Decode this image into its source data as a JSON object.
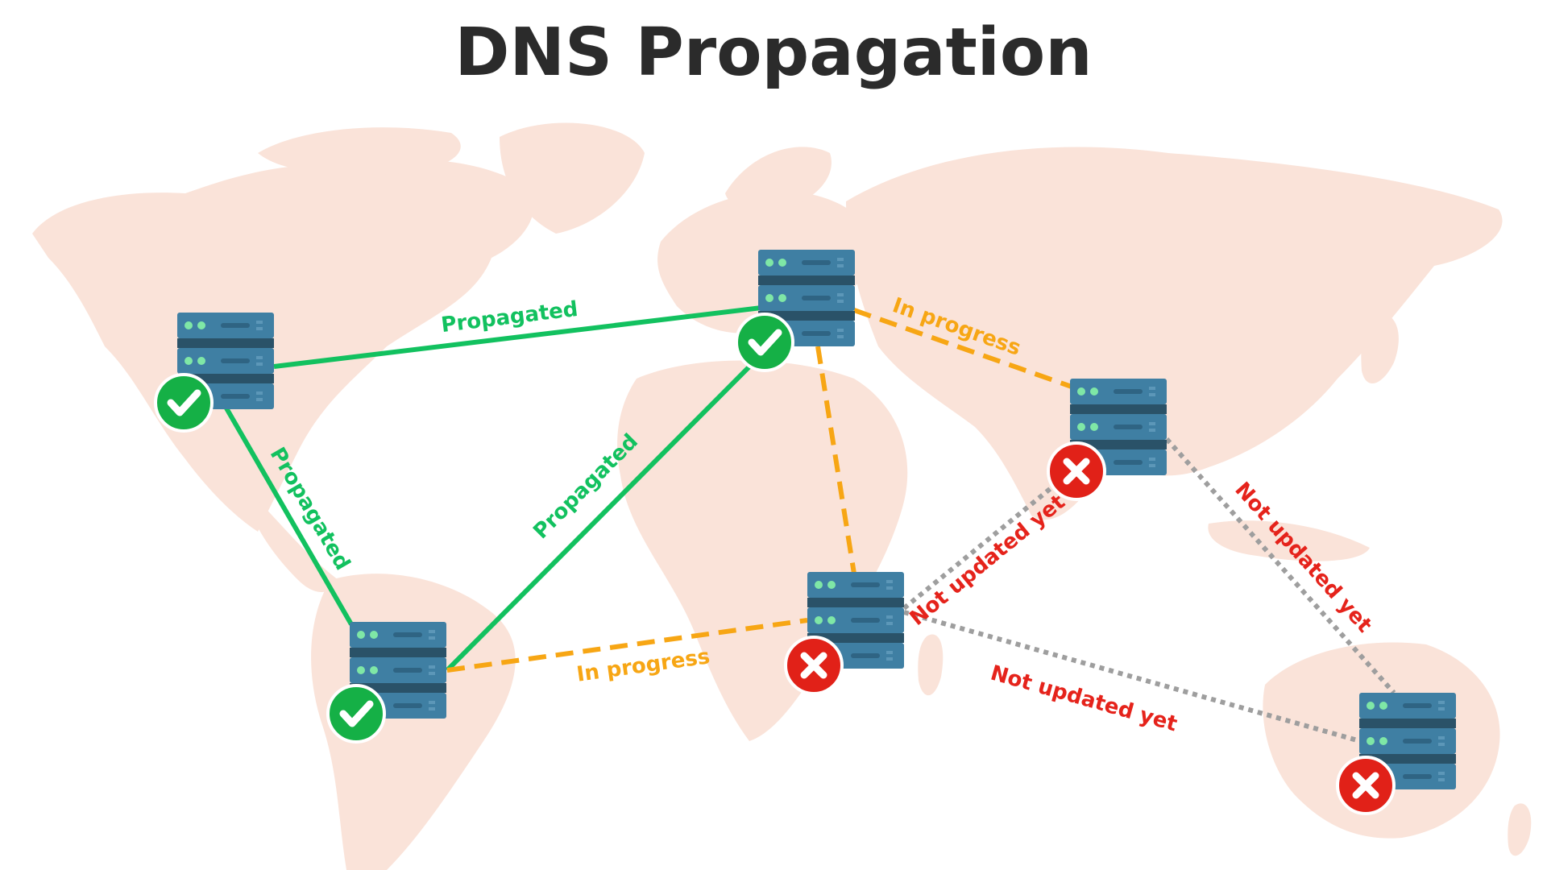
{
  "title": "DNS Propagation",
  "colors": {
    "propagated": "#12c15f",
    "in_progress": "#f7a614",
    "not_updated": "#9e9e9e",
    "label_not_updated": "#e5231b",
    "ok_badge": "#15b046",
    "fail_badge": "#e12118",
    "server_body": "#3f7fa3",
    "server_gap": "#2a5268",
    "server_led": "#7fe7a6",
    "map_land": "#fae3d9"
  },
  "icons": {
    "ok": "check-icon",
    "fail": "x-icon",
    "server": "server-icon"
  },
  "servers": [
    {
      "id": "north-america",
      "status": "ok"
    },
    {
      "id": "europe",
      "status": "ok"
    },
    {
      "id": "south-america",
      "status": "ok"
    },
    {
      "id": "africa",
      "status": "fail"
    },
    {
      "id": "asia",
      "status": "fail"
    },
    {
      "id": "australia",
      "status": "fail"
    }
  ],
  "edges": [
    {
      "id": "na-eu",
      "from": "north-america",
      "to": "europe",
      "status": "propagated",
      "label": "Propagated"
    },
    {
      "id": "na-sa",
      "from": "north-america",
      "to": "south-america",
      "status": "propagated",
      "label": "Propagated"
    },
    {
      "id": "sa-eu",
      "from": "south-america",
      "to": "europe",
      "status": "propagated",
      "label": "Propagated"
    },
    {
      "id": "eu-asia",
      "from": "europe",
      "to": "asia",
      "status": "in_progress",
      "label": "In progress"
    },
    {
      "id": "eu-af",
      "from": "europe",
      "to": "africa",
      "status": "in_progress",
      "label": ""
    },
    {
      "id": "sa-af",
      "from": "south-america",
      "to": "africa",
      "status": "in_progress",
      "label": "In progress"
    },
    {
      "id": "af-asia",
      "from": "africa",
      "to": "asia",
      "status": "not_updated",
      "label": "Not updated yet"
    },
    {
      "id": "af-au",
      "from": "africa",
      "to": "australia",
      "status": "not_updated",
      "label": "Not updated yet"
    },
    {
      "id": "asia-au",
      "from": "asia",
      "to": "australia",
      "status": "not_updated",
      "label": "Not updated yet"
    }
  ]
}
